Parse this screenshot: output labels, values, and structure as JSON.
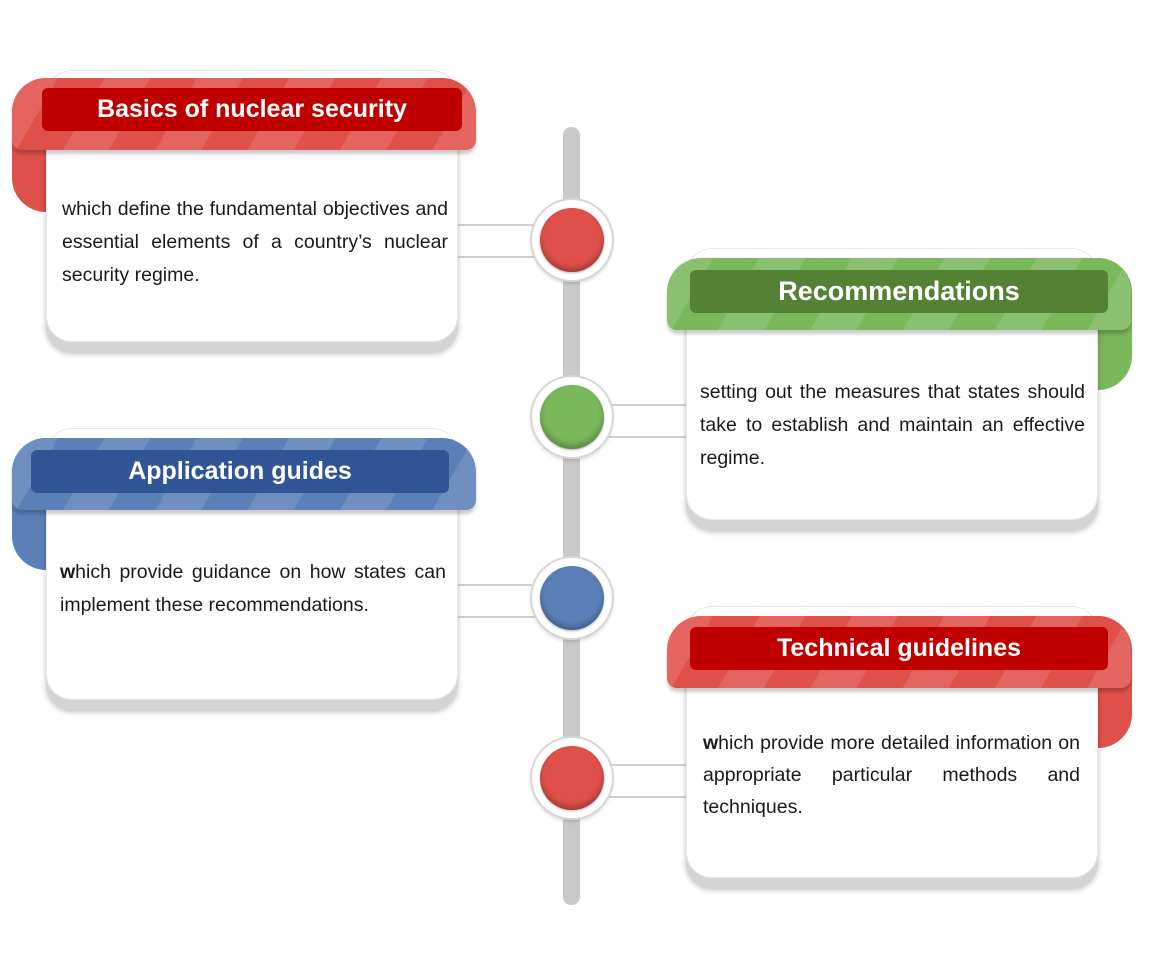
{
  "colors": {
    "red_dark": "#c00000",
    "red_light": "#e0504a",
    "green_dark": "#548235",
    "green_light": "#7ab85c",
    "blue_dark": "#2f5597",
    "blue_light": "#5b80b8",
    "timeline": "#c9c9c9"
  },
  "items": [
    {
      "title": "Basics of nuclear security",
      "lead": "",
      "text": "which define the fundamental objectives and essential elements of a country’s nuclear security regime."
    },
    {
      "title": "Recommendations",
      "lead": "",
      "text": "setting out the measures that states should take to establish and maintain an effective regime."
    },
    {
      "title": "Application guides",
      "lead": "w",
      "text": "hich provide guidance on how states can implement these recommendations."
    },
    {
      "title": "Technical guidelines",
      "lead": "w",
      "text": "hich provide more detailed information on appropriate particular methods and techniques."
    }
  ]
}
